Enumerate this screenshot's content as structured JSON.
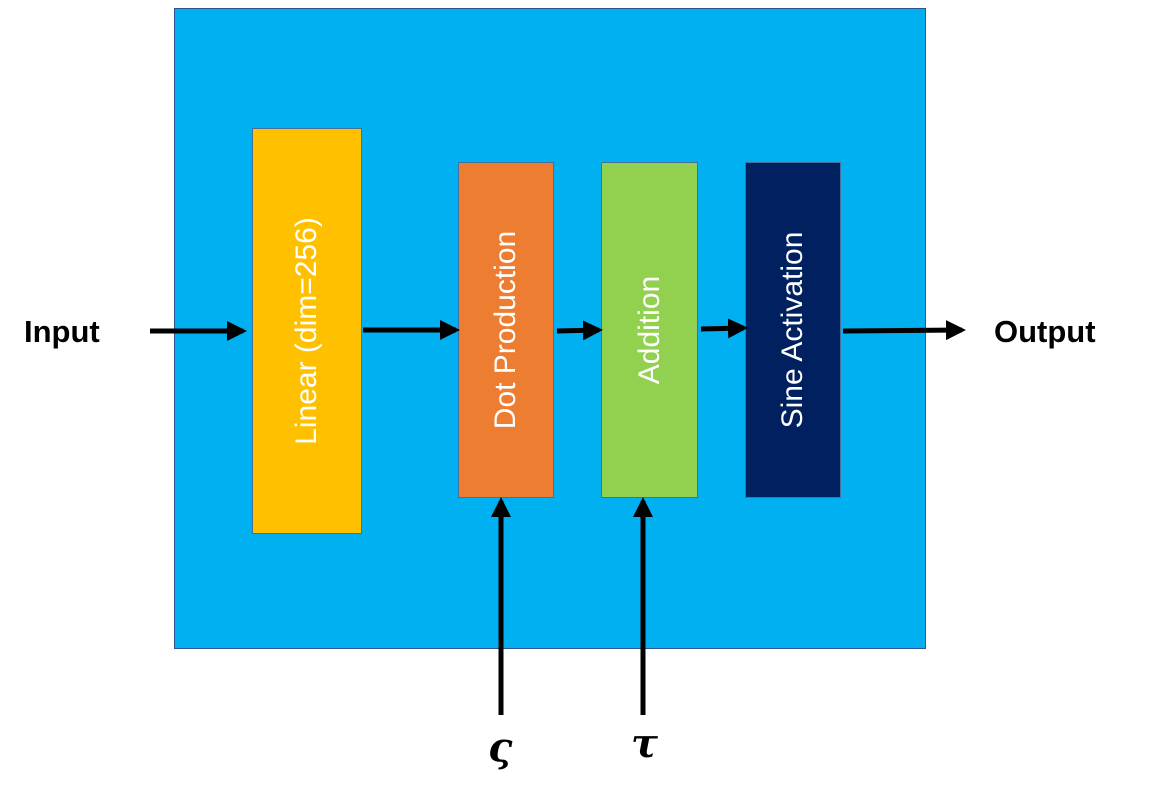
{
  "panel": {
    "fill": "#00b0f0"
  },
  "blocks": [
    {
      "id": "linear",
      "label": "Linear (dim=256)",
      "fill": "#ffc000"
    },
    {
      "id": "dot",
      "label": "Dot Production",
      "fill": "#ed7d31"
    },
    {
      "id": "add",
      "label": "Addition",
      "fill": "#92d050"
    },
    {
      "id": "sine",
      "label": "Sine Activation",
      "fill": "#002060"
    }
  ],
  "io": {
    "input": "Input",
    "output": "Output"
  },
  "params": {
    "zeta": "ς",
    "tau": "τ"
  }
}
